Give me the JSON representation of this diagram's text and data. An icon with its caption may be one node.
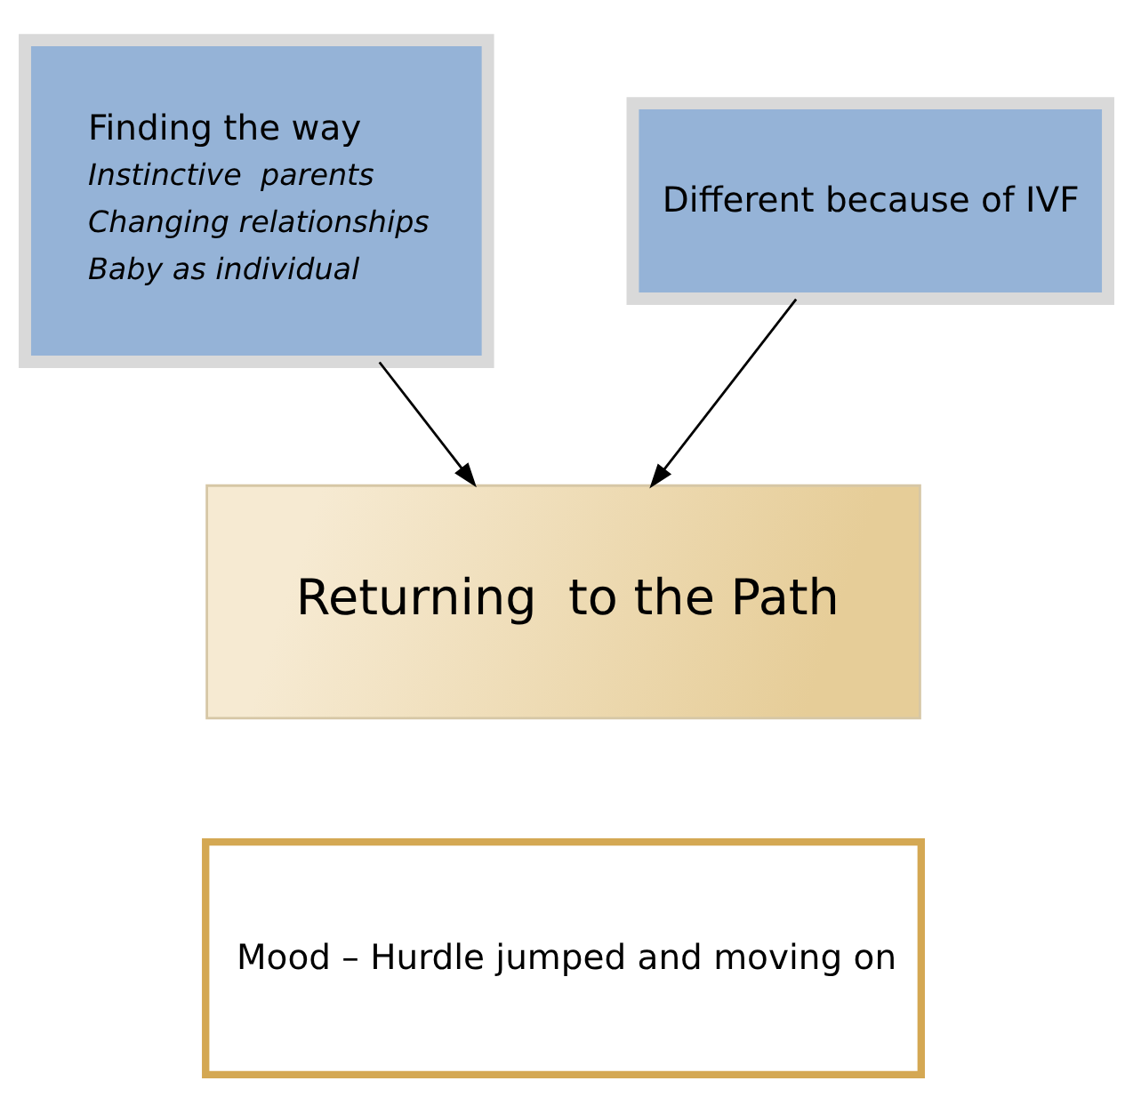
{
  "diagram": {
    "nodes": [
      {
        "text": [
          "Finding the way",
          "Instinctive  parents",
          "Changing relationships",
          "Baby as individual"
        ]
      },
      {
        "text": [
          "Different because of IVF"
        ]
      },
      {
        "text": [
          "Returning  to the Path"
        ]
      },
      {
        "text": [
          "Mood – Hurdle jumped and moving on"
        ]
      }
    ],
    "edges": [
      {
        "from": 0,
        "to": 2,
        "arrow": "to"
      },
      {
        "from": 1,
        "to": 2,
        "arrow": "to"
      }
    ]
  }
}
